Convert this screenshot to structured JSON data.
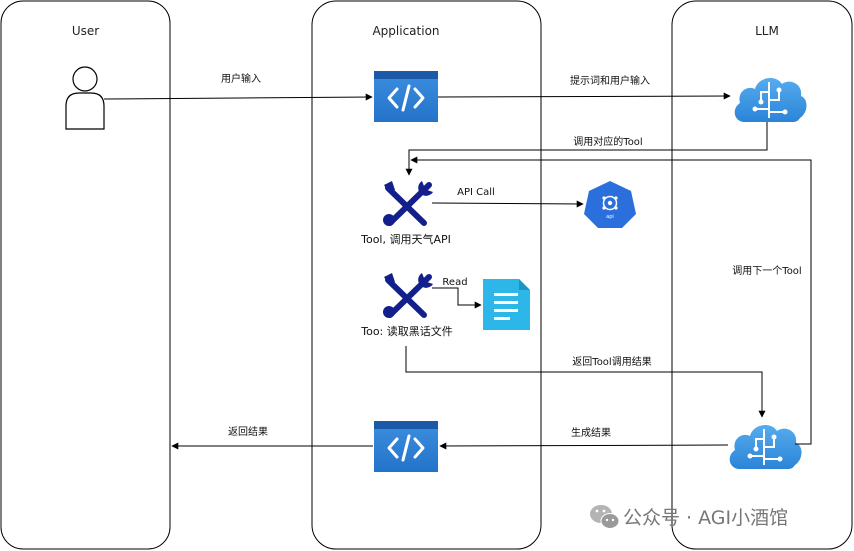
{
  "lanes": {
    "user": "User",
    "application": "Application",
    "llm": "LLM"
  },
  "nodes": {
    "tool1": "Tool, 调用天气API",
    "tool2": "Too: 读取黑话文件"
  },
  "edges": {
    "user_input": "用户输入",
    "prompt_and_input": "提示词和用户输入",
    "call_tool": "调用对应的Tool",
    "api_call": "API Call",
    "read": "Read",
    "call_next_tool": "调用下一个Tool",
    "return_tool_result": "返回Tool调用结果",
    "generate_result": "生成结果",
    "return_result": "返回结果"
  },
  "watermark": "公众号 · AGI小酒馆",
  "icons": {
    "user": "person-icon",
    "app": "code-window-icon",
    "llm": "ai-cloud-icon",
    "tool": "wrench-screwdriver-icon",
    "api": "api-hexagon-icon",
    "file": "document-icon",
    "wechat": "wechat-icon"
  },
  "colors": {
    "app_blue": "#2f7fd5",
    "cloud_blue": "#3c98e4",
    "tool_navy": "#13208c",
    "api_blue": "#2a6fdb",
    "doc_cyan": "#2cb7e8"
  }
}
